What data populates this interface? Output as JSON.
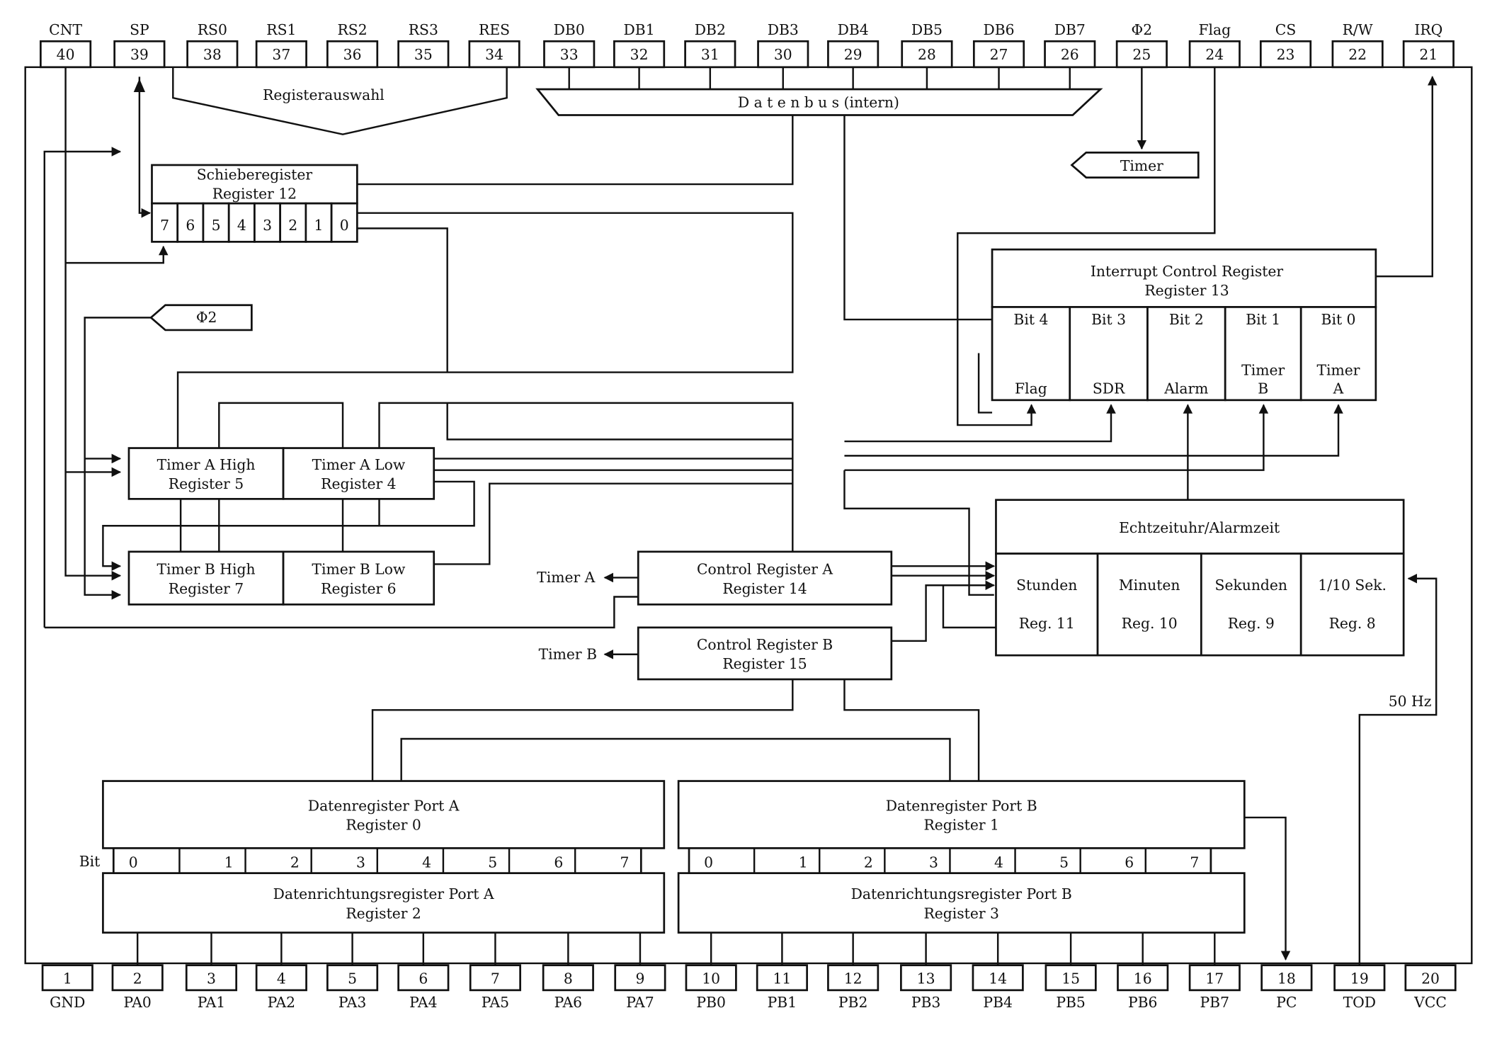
{
  "top_pins": [
    {
      "label": "CNT",
      "num": "40"
    },
    {
      "label": "SP",
      "num": "39"
    },
    {
      "label": "RS0",
      "num": "38"
    },
    {
      "label": "RS1",
      "num": "37"
    },
    {
      "label": "RS2",
      "num": "36"
    },
    {
      "label": "RS3",
      "num": "35"
    },
    {
      "label": "RES",
      "num": "34"
    },
    {
      "label": "DB0",
      "num": "33"
    },
    {
      "label": "DB1",
      "num": "32"
    },
    {
      "label": "DB2",
      "num": "31"
    },
    {
      "label": "DB3",
      "num": "30"
    },
    {
      "label": "DB4",
      "num": "29"
    },
    {
      "label": "DB5",
      "num": "28"
    },
    {
      "label": "DB6",
      "num": "27"
    },
    {
      "label": "DB7",
      "num": "26"
    },
    {
      "label": "Φ2",
      "num": "25"
    },
    {
      "label": "Flag",
      "num": "24"
    },
    {
      "label": "CS",
      "num": "23"
    },
    {
      "label": "R/W",
      "num": "22"
    },
    {
      "label": "IRQ",
      "num": "21"
    }
  ],
  "bottom_pins": [
    {
      "label": "GND",
      "num": "1"
    },
    {
      "label": "PA0",
      "num": "2"
    },
    {
      "label": "PA1",
      "num": "3"
    },
    {
      "label": "PA2",
      "num": "4"
    },
    {
      "label": "PA3",
      "num": "5"
    },
    {
      "label": "PA4",
      "num": "6"
    },
    {
      "label": "PA5",
      "num": "7"
    },
    {
      "label": "PA6",
      "num": "8"
    },
    {
      "label": "PA7",
      "num": "9"
    },
    {
      "label": "PB0",
      "num": "10"
    },
    {
      "label": "PB1",
      "num": "11"
    },
    {
      "label": "PB2",
      "num": "12"
    },
    {
      "label": "PB3",
      "num": "13"
    },
    {
      "label": "PB4",
      "num": "14"
    },
    {
      "label": "PB5",
      "num": "15"
    },
    {
      "label": "PB6",
      "num": "16"
    },
    {
      "label": "PB7",
      "num": "17"
    },
    {
      "label": "PC",
      "num": "18"
    },
    {
      "label": "TOD",
      "num": "19"
    },
    {
      "label": "VCC",
      "num": "20"
    }
  ],
  "registerauswahl": "Registerauswahl",
  "datenbus": "D a t e n b u s (intern)",
  "timer_tag": "Timer",
  "phi2_tag": "Φ2",
  "shift_register": {
    "title": "Schieberegister",
    "sub": "Register 12",
    "bits": [
      "7",
      "6",
      "5",
      "4",
      "3",
      "2",
      "1",
      "0"
    ]
  },
  "icr": {
    "title": "Interrupt Control Register",
    "sub": "Register 13",
    "bits": [
      {
        "bit": "Bit 4",
        "l1": "",
        "l2": "Flag"
      },
      {
        "bit": "Bit 3",
        "l1": "",
        "l2": "SDR"
      },
      {
        "bit": "Bit 2",
        "l1": "",
        "l2": "Alarm"
      },
      {
        "bit": "Bit 1",
        "l1": "Timer",
        "l2": "B"
      },
      {
        "bit": "Bit 0",
        "l1": "Timer",
        "l2": "A"
      }
    ]
  },
  "timer_a_high": {
    "l1": "Timer A High",
    "l2": "Register 5"
  },
  "timer_a_low": {
    "l1": "Timer A Low",
    "l2": "Register 4"
  },
  "timer_b_high": {
    "l1": "Timer B High",
    "l2": "Register 7"
  },
  "timer_b_low": {
    "l1": "Timer B Low",
    "l2": "Register 6"
  },
  "cra": {
    "l1": "Control Register A",
    "l2": "Register 14",
    "out": "Timer A"
  },
  "crb": {
    "l1": "Control Register B",
    "l2": "Register 15",
    "out": "Timer B"
  },
  "rtc": {
    "title": "Echtzeituhr/Alarmzeit",
    "cells": [
      {
        "l1": "Stunden",
        "l2": "Reg. 11"
      },
      {
        "l1": "Minuten",
        "l2": "Reg. 10"
      },
      {
        "l1": "Sekunden",
        "l2": "Reg. 9"
      },
      {
        "l1": "1/10 Sek.",
        "l2": "Reg. 8"
      }
    ]
  },
  "hz": "50 Hz",
  "port_a": {
    "l1": "Datenregister Port A",
    "l2": "Register 0",
    "bits": [
      "0",
      "1",
      "2",
      "3",
      "4",
      "5",
      "6",
      "7"
    ],
    "bit_label": "Bit"
  },
  "port_b": {
    "l1": "Datenregister Port B",
    "l2": "Register 1",
    "bits": [
      "0",
      "1",
      "2",
      "3",
      "4",
      "5",
      "6",
      "7"
    ]
  },
  "ddr_a": {
    "l1": "Datenrichtungsregister Port A",
    "l2": "Register 2"
  },
  "ddr_b": {
    "l1": "Datenrichtungsregister Port B",
    "l2": "Register 3"
  }
}
